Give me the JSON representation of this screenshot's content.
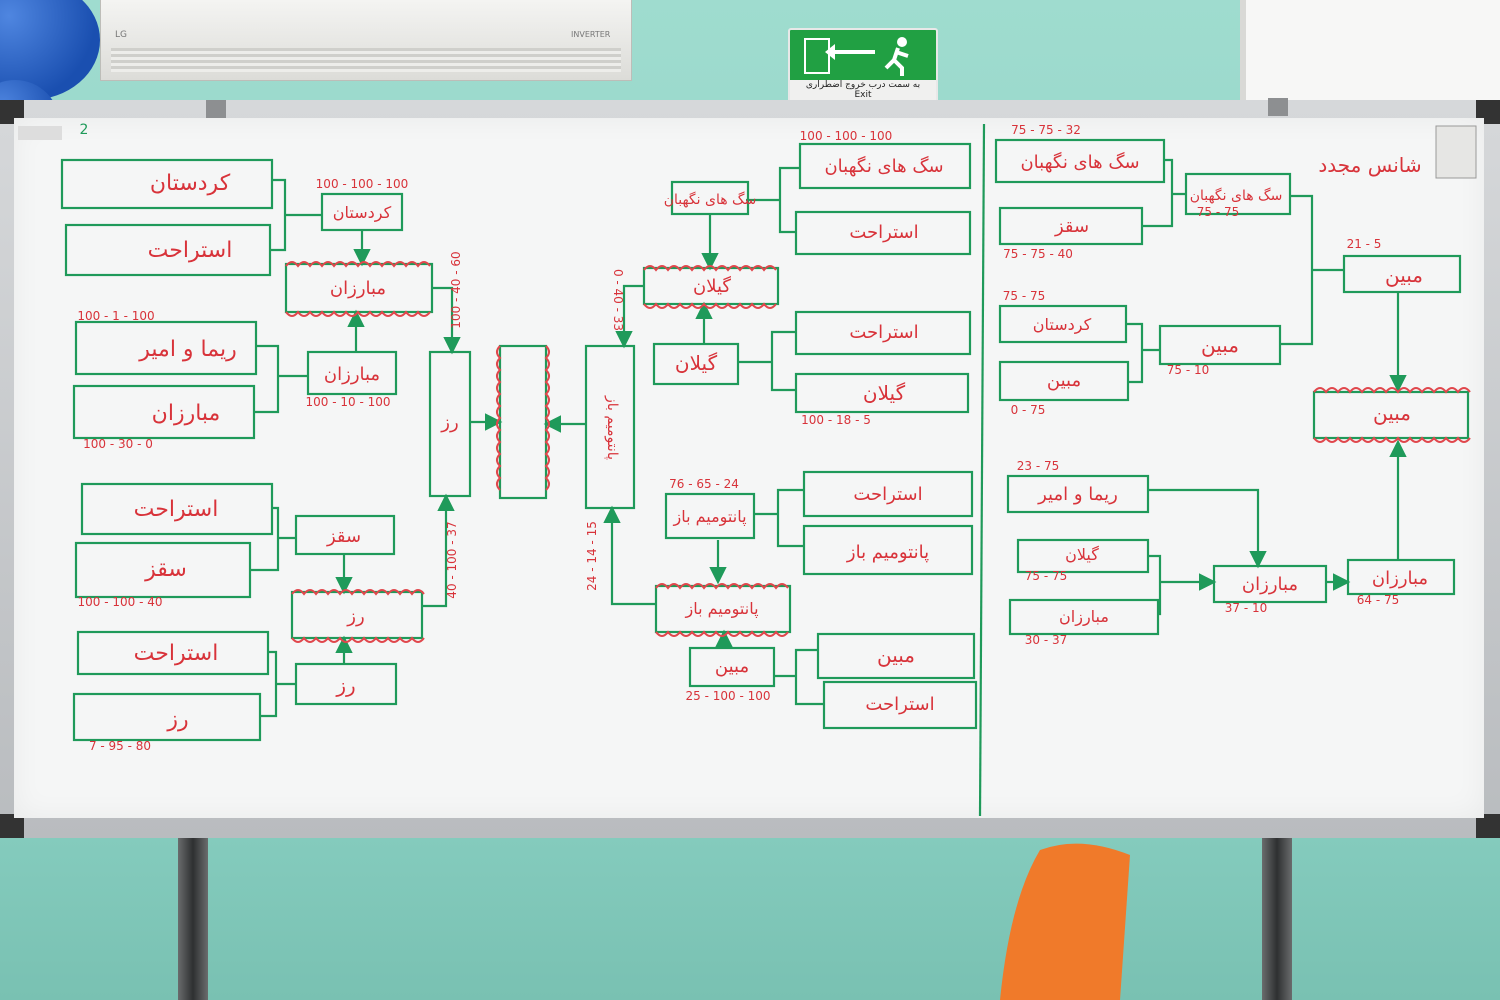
{
  "sign": {
    "text": "به سمت درب خروج اضطراری",
    "exit": "Exit"
  },
  "ac": {
    "brand": "LG",
    "label": "INVERTER"
  },
  "board": {
    "page_number": "2",
    "header_right": "شانس مجدد",
    "left_bracket": {
      "round1": [
        {
          "top": "کردستان",
          "bottom": "استراحت",
          "winner": "کردستان",
          "score": "100 - 100 - 100"
        },
        {
          "top": "ریما و امیر",
          "bottom": "مبارزان",
          "winner": "مبارزان",
          "score_top": "100 - 1 - 100",
          "score": "100 - 10 - 100",
          "score_bottom": "100 - 30 - 0"
        },
        {
          "top": "استراحت",
          "bottom": "سقز",
          "winner": "سقز",
          "score_bottom": "100 - 100 - 40"
        },
        {
          "top": "استراحت",
          "bottom": "رز",
          "winner": "رز",
          "score_bottom": "7 - 95 - 80"
        }
      ],
      "round2": [
        {
          "label": "مبارزان",
          "score": "100 - 40 - 60"
        },
        {
          "label": "رز",
          "score": "40 - 100 - 37"
        }
      ],
      "semi": {
        "label": "رز"
      },
      "final_box": ""
    },
    "right_bracket": {
      "round1": [
        {
          "top": "سگ های نگهبان",
          "bottom": "استراحت",
          "winner": "سگ های نگهبان",
          "score": "100 - 100 - 100"
        },
        {
          "top": "استراحت",
          "bottom": "گیلان",
          "winner": "گیلان",
          "score": "100 - 18 - 5"
        },
        {
          "top": "استراحت",
          "bottom": "پانتومیم باز",
          "winner": "پانتومیم باز",
          "score": "76 - 65 - 24"
        },
        {
          "top": "مبین",
          "bottom": "استراحت",
          "winner": "مبین",
          "score": "25 - 100 - 100"
        }
      ],
      "round2": [
        {
          "label": "گیلان",
          "score": "0 - 40 - 33"
        },
        {
          "label": "پانتومیم باز",
          "score": "24 - 14 - 15"
        }
      ],
      "semi": {
        "label": "پانتومیم باز"
      }
    },
    "second_chance": {
      "round1": [
        {
          "top": "سگ های نگهبان",
          "bottom": "سقز",
          "winner": "سگ های نگهبان",
          "score_top": "75 - 75 - 32",
          "score_mid": "75 - 75",
          "score_bottom": "75 - 75 - 40"
        },
        {
          "top": "کردستان",
          "bottom": "مبین",
          "winner": "مبین",
          "score_top": "75 - 75",
          "score_mid": "75 - 10",
          "score_bottom": "0 - 75"
        }
      ],
      "semi1": {
        "label": "مبین",
        "score": "21 - 5"
      },
      "final": {
        "label": "مبین"
      },
      "round1b": [
        {
          "top": "ریما و امیر",
          "score_top": "23 - 75"
        },
        {
          "top": "گیلان",
          "bottom": "مبارزان",
          "winner": "مبارزان",
          "score_mid": "75 - 75",
          "score_bottom": "30 - 37",
          "score_win": "37 - 10"
        }
      ],
      "semi2": {
        "label": "مبارزان",
        "score": "64 - 75"
      }
    }
  }
}
